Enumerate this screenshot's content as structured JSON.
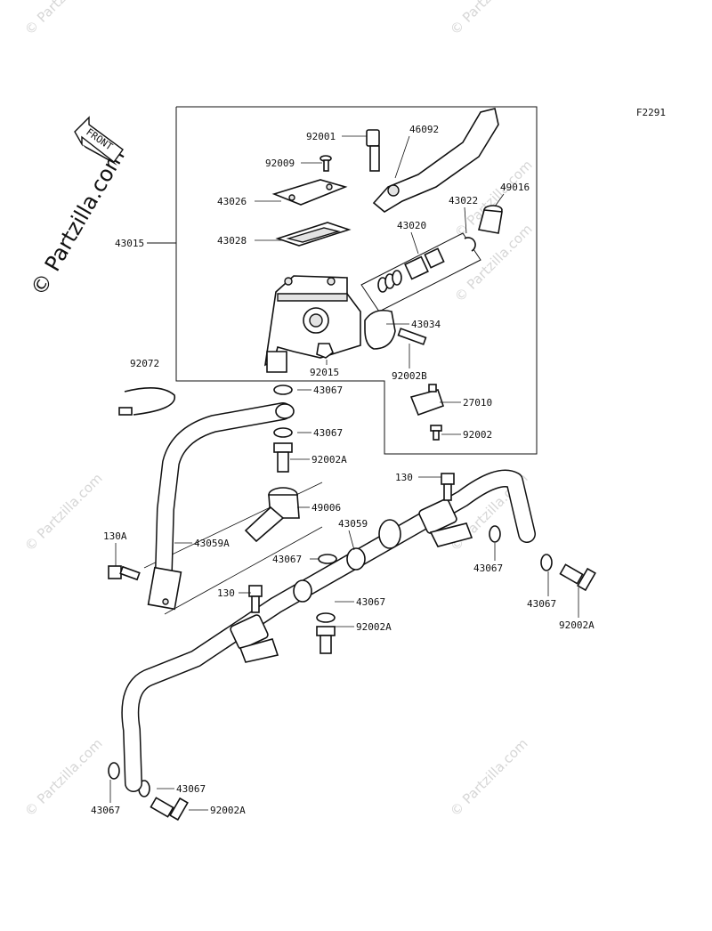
{
  "figure_code": "F2291",
  "front_label": "FRONT",
  "watermark": {
    "main_text": "© Partzilla.com",
    "small_text": "© Partzilla.com"
  },
  "labels": {
    "l43015": "43015",
    "l92001": "92001",
    "l46092": "46092",
    "l92009": "92009",
    "l43026": "43026",
    "l43028": "43028",
    "l43020": "43020",
    "l43022": "43022",
    "l49016": "49016",
    "l43034": "43034",
    "l92015": "92015",
    "l92002B": "92002B",
    "l92072": "92072",
    "l43067a": "43067",
    "l43067b": "43067",
    "l92002Aa": "92002A",
    "l27010": "27010",
    "l92002": "92002",
    "l130a": "130",
    "l49006": "49006",
    "l43059": "43059",
    "l43067c": "43067",
    "l43067d": "43067",
    "l130A": "130A",
    "l43059A": "43059A",
    "l130b": "130",
    "l43067e": "43067",
    "l92002Ab": "92002A",
    "l43067f": "43067",
    "l92002Ac": "92002A",
    "l43067g": "43067",
    "l43067h": "43067",
    "l92002Ad": "92002A"
  }
}
